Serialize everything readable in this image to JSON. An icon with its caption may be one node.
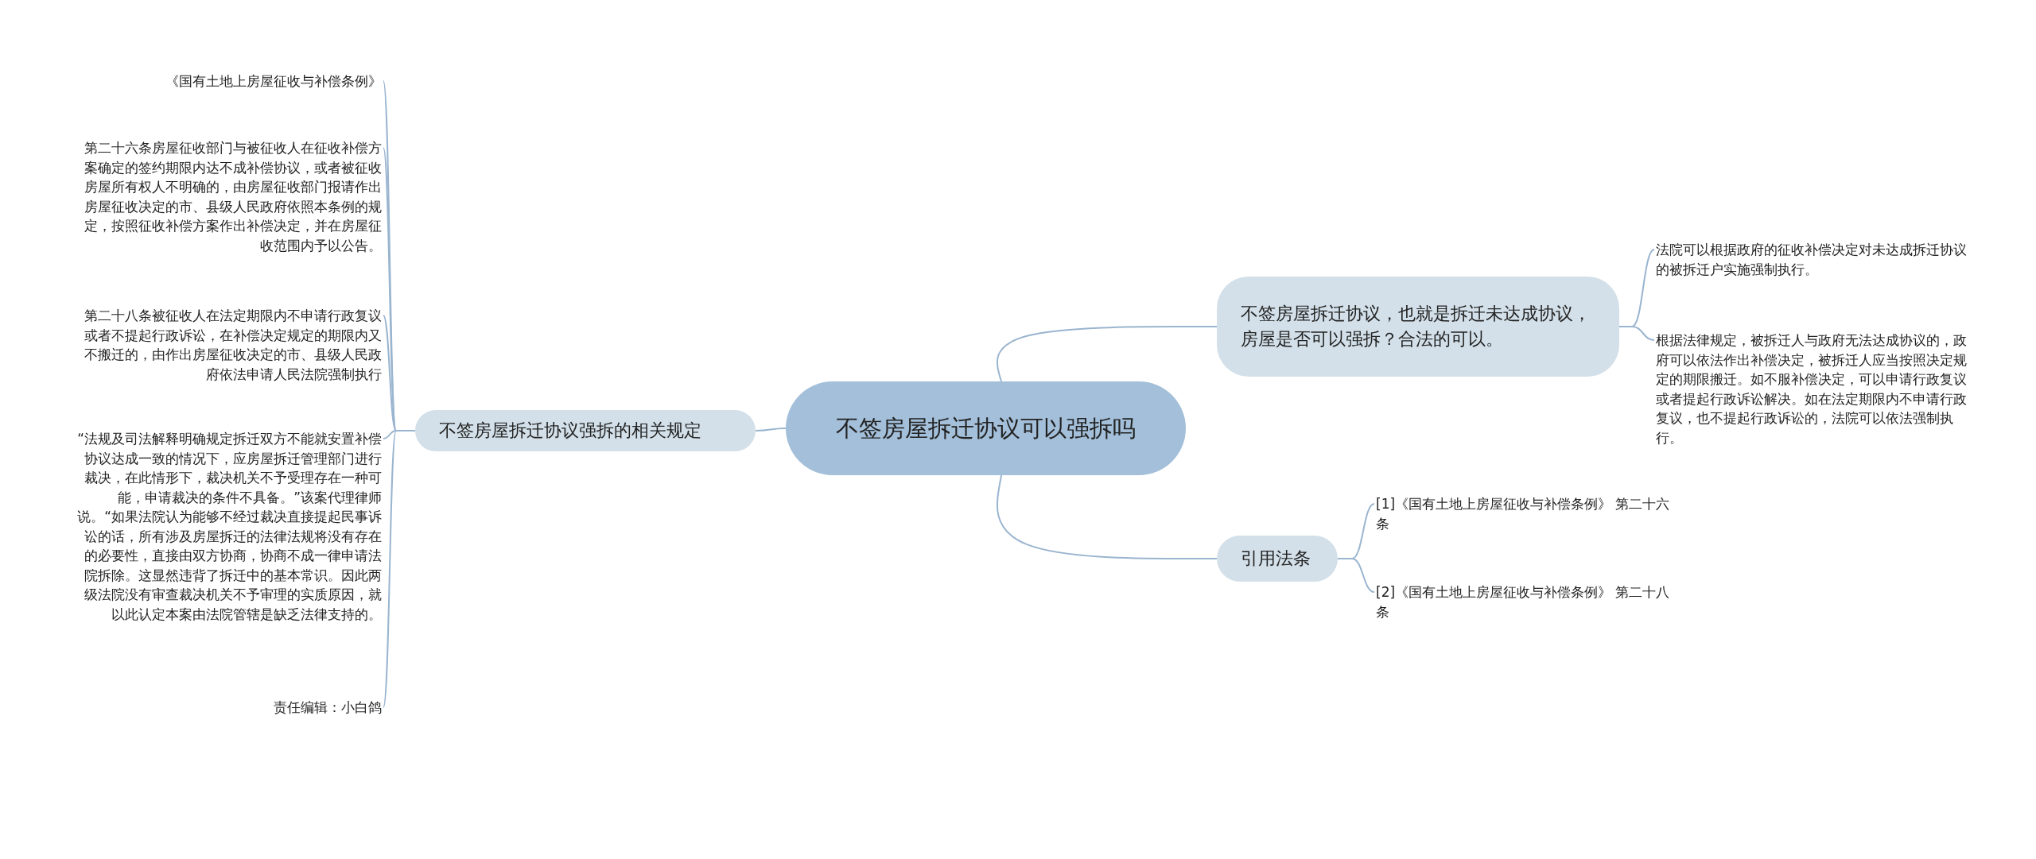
{
  "diagram": {
    "nodes": [
      {
        "text": [
          "不签房屋拆迁协议可以强拆吗"
        ]
      },
      {
        "text": [
          "不签房屋拆迁协议强拆的相关规定"
        ]
      },
      {
        "text": [
          "《国有土地上房屋征收与补偿条例》"
        ]
      },
      {
        "text": [
          "第二十六条房屋征收部门与被征收人在征收补偿方案确定的签约期限内达不成补偿协议，或者被征收房屋所有权人不明确的，由房屋征收部门报请作出房屋征收决定的市、县级人民政府依照本条例的规定，按照征收补偿方案作出补偿决定，并在房屋征收范围内予以公告。"
        ]
      },
      {
        "text": [
          "第二十八条被征收人在法定期限内不申请行政复议或者不提起行政诉讼，在补偿决定规定的期限内又不搬迁的，由作出房屋征收决定的市、县级人民政府依法申请人民法院强制执行"
        ]
      },
      {
        "text": [
          "“法规及司法解释明确规定拆迁双方不能就安置补偿协议达成一致的情况下，应房屋拆迁管理部门进行裁决，在此情形下，裁决机关不予受理存在一种可能，申请裁决的条件不具备。”该案代理律师说。“如果法院认为能够不经过裁决直接提起民事诉讼的话，所有涉及房屋拆迁的法律法规将没有存在的必要性，直接由双方协商，协商不成一律申请法院拆除。这显然违背了拆迁中的基本常识。因此两级法院没有审查裁决机关不予审理的实质原因，就以此认定本案由法院管辖是缺乏法律支持的。"
        ]
      },
      {
        "text": [
          "责任编辑：小白鸽"
        ]
      },
      {
        "text": [
          "不签房屋拆迁协议，也就是拆迁未达成协议，房屋是否可以强拆？合法的可以。"
        ]
      },
      {
        "text": [
          "法院可以根据政府的征收补偿决定对未达成拆迁协议的被拆迁户实施强制执行。"
        ]
      },
      {
        "text": [
          "根据法律规定，被拆迁人与政府无法达成协议的，政府可以依法作出补偿决定，被拆迁人应当按照决定规定的期限搬迁。如不服补偿决定，可以申请行政复议或者提起行政诉讼解决。如在法定期限内不申请行政复议，也不提起行政诉讼的，法院可以依法强制执行。"
        ]
      },
      {
        "text": [
          "引用法条"
        ]
      },
      {
        "text": [
          "[1]《国有土地上房屋征收与补偿条例》 第二十六条"
        ]
      },
      {
        "text": [
          "[2]《国有土地上房屋征收与补偿条例》 第二十八条"
        ]
      }
    ],
    "edges": [
      {
        "from": 0,
        "to": 1,
        "arrow": "none"
      },
      {
        "from": 1,
        "to": 2,
        "arrow": "none"
      },
      {
        "from": 1,
        "to": 3,
        "arrow": "none"
      },
      {
        "from": 1,
        "to": 4,
        "arrow": "none"
      },
      {
        "from": 1,
        "to": 5,
        "arrow": "none"
      },
      {
        "from": 1,
        "to": 6,
        "arrow": "none"
      },
      {
        "from": 0,
        "to": 7,
        "arrow": "none"
      },
      {
        "from": 7,
        "to": 8,
        "arrow": "none"
      },
      {
        "from": 7,
        "to": 9,
        "arrow": "none"
      },
      {
        "from": 0,
        "to": 10,
        "arrow": "none"
      },
      {
        "from": 10,
        "to": 11,
        "arrow": "none"
      },
      {
        "from": 10,
        "to": 12,
        "arrow": "none"
      }
    ]
  }
}
